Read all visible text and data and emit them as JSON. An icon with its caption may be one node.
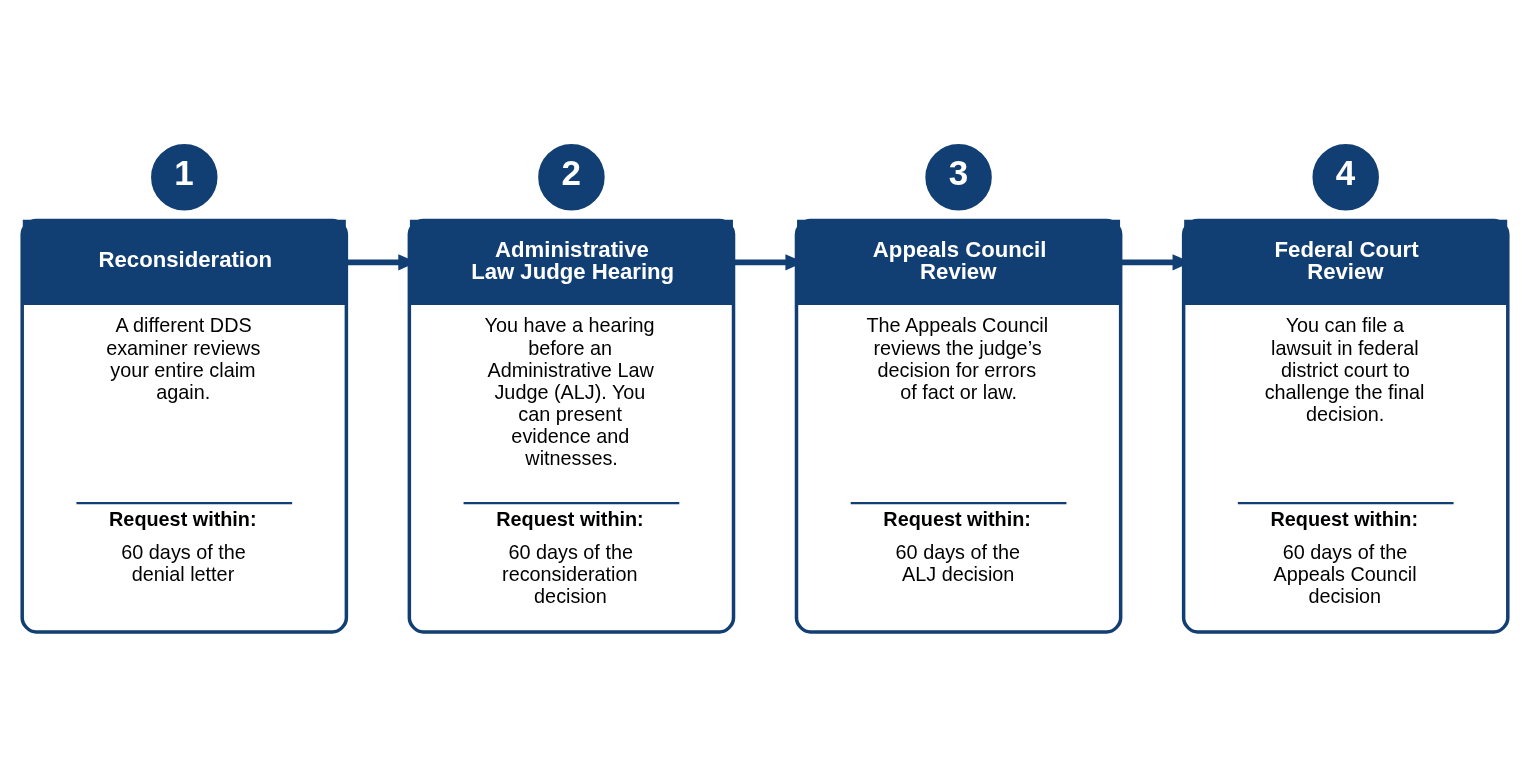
{
  "diagram": {
    "nodes": [
      {
        "text": [
          "1"
        ]
      },
      {
        "text": [
          "A different DDS examiner reviews your entire claim again.",
          "Request within:",
          "60 days of the denial letter"
        ]
      },
      {
        "text": [
          "Reconsideration"
        ],
        "in": 1
      },
      {
        "text": [
          "2"
        ]
      },
      {
        "text": [
          "You have a hearing before an Administrative Law Judge (ALJ). You can present evidence and witnesses.",
          "Request within:",
          "60 days of the reconsideration decision"
        ]
      },
      {
        "text": [
          "Administrative Law Judge Hearing"
        ],
        "in": 4
      },
      {
        "text": [
          "3"
        ]
      },
      {
        "text": [
          "The Appeals Council reviews the judge’s decision for errors of fact or law.",
          "Request within:",
          "60 days of the ALJ decision"
        ]
      },
      {
        "text": [
          "Appeals Council Review"
        ],
        "in": 7
      },
      {
        "text": [
          "4"
        ]
      },
      {
        "text": [
          "You can file a lawsuit in federal district court to challenge the final decision.",
          "Request within:",
          "60 days of the Appeals Council decision"
        ]
      },
      {
        "text": [
          "Federal Court Review"
        ],
        "in": 10
      }
    ],
    "edges": [
      {
        "from": 1,
        "to": 4,
        "arrow": "to"
      },
      {
        "from": 4,
        "to": 7,
        "arrow": "to"
      },
      {
        "from": 7,
        "to": 10,
        "arrow": "to"
      }
    ]
  }
}
